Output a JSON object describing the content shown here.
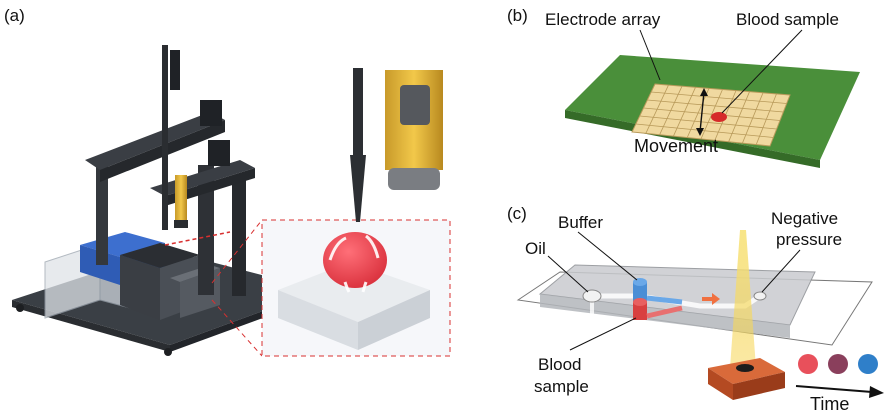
{
  "panels": {
    "a": {
      "label": "(a)"
    },
    "b": {
      "label": "(b)",
      "electrode_array": "Electrode array",
      "blood_sample": "Blood sample",
      "movement": "Movement"
    },
    "c": {
      "label": "(c)",
      "buffer": "Buffer",
      "oil": "Oil",
      "negative_line1": "Negative",
      "negative_line2": "pressure",
      "blood_line1": "Blood",
      "blood_line2": "sample",
      "time": "Time"
    }
  },
  "colors": {
    "droplet_red": "#e8505b",
    "droplet_purple": "#8a3f5c",
    "droplet_blue": "#2f7fc9",
    "pcb_green": "#4a8f3a",
    "electrode_tan": "#f0d9a0",
    "flow_arrow": "#f07040",
    "heater": "#c4532a"
  }
}
